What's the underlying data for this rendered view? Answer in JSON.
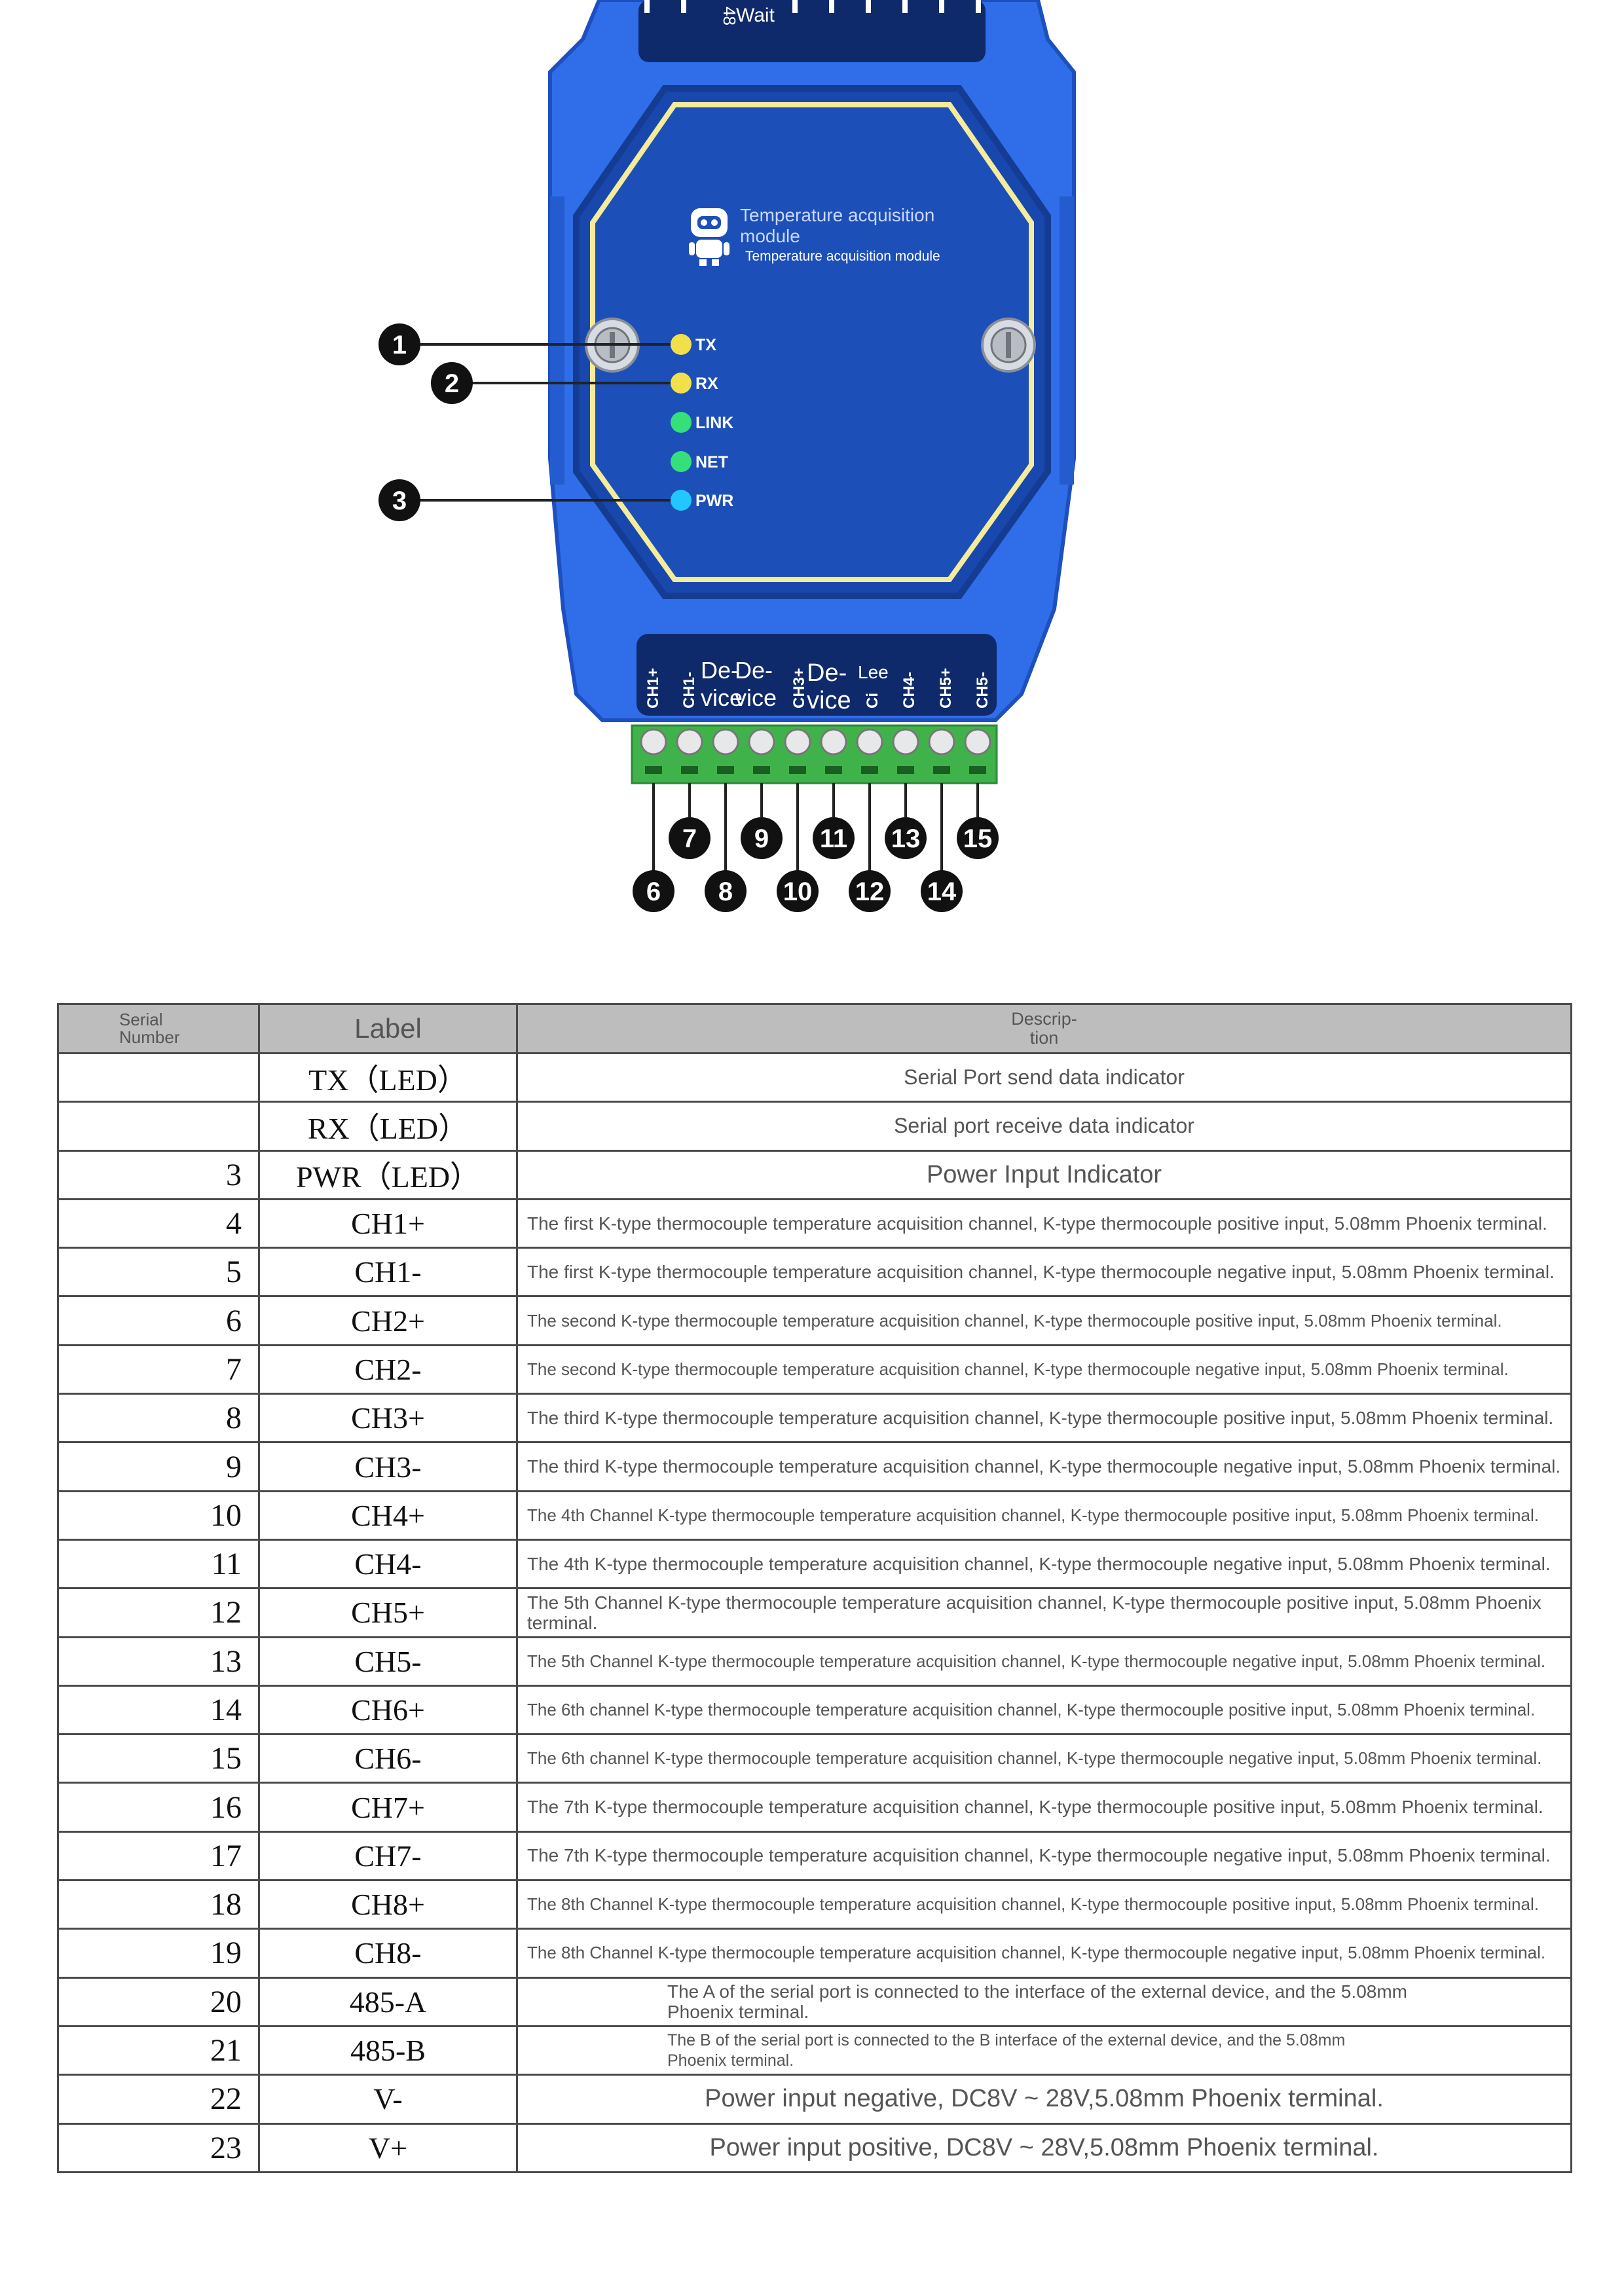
{
  "device": {
    "top_terminal_text": "48",
    "top_terminal_wait": "Wait",
    "module_title_line1": "Temperature acquisition",
    "module_title_line2": "module",
    "module_subtitle": "Temperature acquisition module",
    "leds": [
      {
        "label": "TX",
        "color": "#f2e04a"
      },
      {
        "label": "RX",
        "color": "#f2e04a"
      },
      {
        "label": "LINK",
        "color": "#35e07a"
      },
      {
        "label": "NET",
        "color": "#35e07a"
      },
      {
        "label": "PWR",
        "color": "#20c8ff"
      }
    ],
    "bottom_labels": {
      "ch1p": "CH1+",
      "ch1m": "CH1-",
      "dev_a1": "De-",
      "dev_a2": "vice",
      "dev_b1": "De-",
      "dev_b2": "vice",
      "ch3p": "CH3+",
      "dev_c1": "De-",
      "dev_c2": "vice",
      "lee": "Lee",
      "ci": "Ci",
      "ch4m": "CH4-",
      "ch5p": "CH5+",
      "ch5m": "CH5-"
    },
    "callouts": [
      "1",
      "2",
      "3",
      "6",
      "7",
      "8",
      "9",
      "10",
      "11",
      "12",
      "13",
      "14",
      "15"
    ],
    "colors": {
      "body_blue": "#2f6ee8",
      "panel_blue": "#1d4fb8",
      "panel_border": "#f4ec9a",
      "terminal_green": "#3fb34a",
      "terminal_navy": "#0f2a6b"
    }
  },
  "table": {
    "headers": {
      "serial": "Serial\nNumber",
      "label": "Label",
      "description": "Descrip-\ntion"
    },
    "rows": [
      {
        "serial": "",
        "label": "TX（LED）",
        "description": "Serial Port send data indicator",
        "style": "center"
      },
      {
        "serial": "",
        "label": "RX（LED）",
        "description": "Serial port receive data indicator",
        "style": "center"
      },
      {
        "serial": "3",
        "label": "PWR（LED）",
        "description": "Power Input Indicator",
        "style": "big"
      },
      {
        "serial": "4",
        "label": "CH1+",
        "description": "The first K-type thermocouple temperature acquisition channel, K-type thermocouple positive input, 5.08mm Phoenix terminal.",
        "style": ""
      },
      {
        "serial": "5",
        "label": "CH1-",
        "description": "The first K-type thermocouple temperature acquisition channel, K-type thermocouple negative input, 5.08mm Phoenix terminal.",
        "style": ""
      },
      {
        "serial": "6",
        "label": "CH2+",
        "description": "The second K-type thermocouple temperature acquisition channel, K-type thermocouple positive input, 5.08mm Phoenix terminal.",
        "style": "tight"
      },
      {
        "serial": "7",
        "label": "CH2-",
        "description": "The second K-type thermocouple temperature acquisition channel, K-type thermocouple negative input, 5.08mm Phoenix terminal.",
        "style": "tight"
      },
      {
        "serial": "8",
        "label": "CH3+",
        "description": "The third K-type thermocouple temperature acquisition channel, K-type thermocouple positive input, 5.08mm Phoenix terminal.",
        "style": ""
      },
      {
        "serial": "9",
        "label": "CH3-",
        "description": "The third K-type thermocouple temperature acquisition channel, K-type thermocouple negative input, 5.08mm Phoenix terminal.",
        "style": ""
      },
      {
        "serial": "10",
        "label": "CH4+",
        "description": "The 4th Channel K-type thermocouple temperature acquisition channel, K-type thermocouple positive input, 5.08mm Phoenix terminal.",
        "style": "tight"
      },
      {
        "serial": "11",
        "label": "CH4-",
        "description": "The 4th K-type thermocouple temperature acquisition channel, K-type thermocouple negative input, 5.08mm Phoenix terminal.",
        "style": ""
      },
      {
        "serial": "12",
        "label": "CH5+",
        "description": "The 5th Channel K-type thermocouple temperature acquisition channel, K-type thermocouple positive input, 5.08mm Phoenix terminal.",
        "style": "wrap"
      },
      {
        "serial": "13",
        "label": "CH5-",
        "description": "The 5th Channel K-type thermocouple temperature acquisition channel, K-type thermocouple negative input, 5.08mm Phoenix terminal.",
        "style": "tight"
      },
      {
        "serial": "14",
        "label": "CH6+",
        "description": "The 6th channel K-type thermocouple temperature acquisition channel, K-type thermocouple positive input, 5.08mm Phoenix terminal.",
        "style": "tight"
      },
      {
        "serial": "15",
        "label": "CH6-",
        "description": "The 6th channel K-type thermocouple temperature acquisition channel, K-type thermocouple negative input, 5.08mm Phoenix terminal.",
        "style": "tight"
      },
      {
        "serial": "16",
        "label": "CH7+",
        "description": "The 7th K-type thermocouple temperature acquisition channel, K-type thermocouple positive input, 5.08mm Phoenix terminal.",
        "style": ""
      },
      {
        "serial": "17",
        "label": "CH7-",
        "description": "The 7th K-type thermocouple temperature acquisition channel, K-type thermocouple negative input, 5.08mm Phoenix terminal.",
        "style": ""
      },
      {
        "serial": "18",
        "label": "CH8+",
        "description": "The 8th Channel K-type thermocouple temperature acquisition channel, K-type thermocouple positive input, 5.08mm Phoenix terminal.",
        "style": "tight"
      },
      {
        "serial": "19",
        "label": "CH8-",
        "description": "The 8th Channel K-type thermocouple temperature acquisition channel, K-type thermocouple negative input, 5.08mm Phoenix terminal.",
        "style": "tight"
      },
      {
        "serial": "20",
        "label": "485-A",
        "description": "The A of the serial port is connected to the interface of the external device, and the 5.08mm\nPhoenix terminal.",
        "style": "serial-port"
      },
      {
        "serial": "21",
        "label": "485-B",
        "description": "The B of the serial port is connected to the B interface of the external device, and the 5.08mm\nPhoenix terminal.",
        "style": "serial-port small"
      },
      {
        "serial": "22",
        "label": "V-",
        "description": "Power input negative, DC8V ~ 28V,5.08mm Phoenix terminal.",
        "style": "big"
      },
      {
        "serial": "23",
        "label": "V+",
        "description": "Power input positive, DC8V ~ 28V,5.08mm Phoenix terminal.",
        "style": "big"
      }
    ]
  }
}
